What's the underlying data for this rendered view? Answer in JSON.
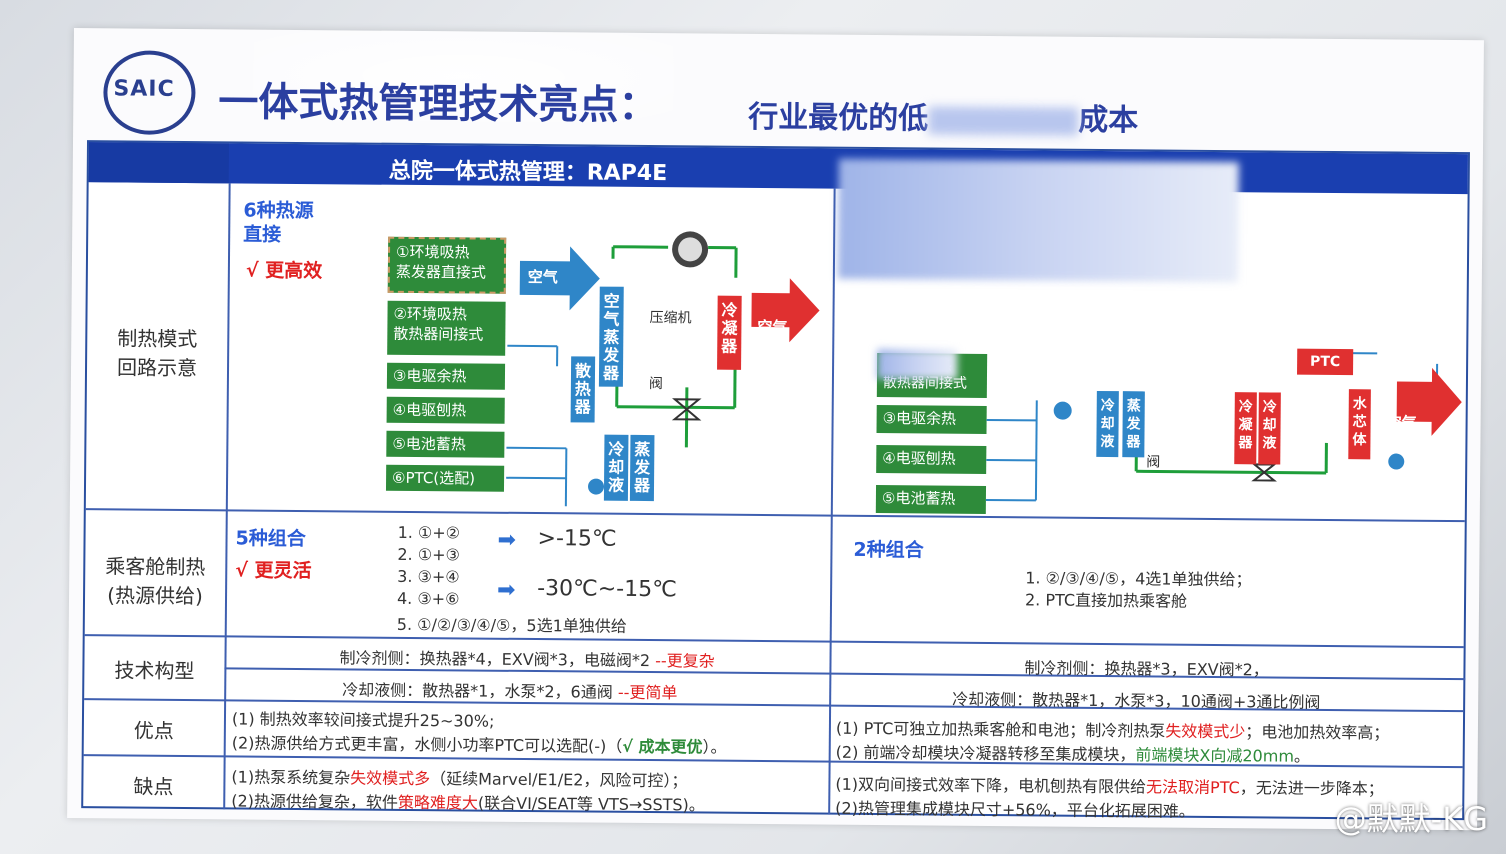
{
  "slide": {
    "logo_text": "SAIC",
    "title": "一体式热管理技术亮点：",
    "subtitle": "行业最优的低",
    "subtitle_tail": "成本",
    "header_left": "总院一体式热管理：RAP4E"
  },
  "rows": {
    "heating_label": "制热模式\n回路示意",
    "cabin_label": "乘客舱制热\n(热源供给)",
    "tech_label": "技术构型",
    "pros_label": "优点",
    "cons_label": "缺点"
  },
  "heating_left": {
    "source_title": "6种热源\n直接",
    "check": "√ 更高效",
    "sources": [
      "①环境吸热\n蒸发器直接式",
      "②环境吸热\n散热器间接式",
      "③电驱余热",
      "④电驱刨热",
      "⑤电池蓄热",
      "⑥PTC(选配)"
    ],
    "air_label": "空气",
    "air_evap": "空气蒸发器",
    "compressor": "压缩机",
    "condenser": "冷凝器",
    "air_out": "空气",
    "radiator": "散热器",
    "valve": "阀",
    "coolant": "冷却液",
    "evaporator": "蒸发器"
  },
  "heating_right": {
    "sources": [
      "②环境吸热\n散热器间接式",
      "③电驱余热",
      "④电驱刨热",
      "⑤电池蓄热"
    ],
    "coolant": "冷却液",
    "evaporator": "蒸发器",
    "valve": "阀",
    "condenser": "冷凝器",
    "coolant2": "冷却液",
    "ptc": "PTC",
    "heater_core": "水芯体",
    "air_out": "空气"
  },
  "cabin_left": {
    "title": "5种组合",
    "check": "√ 更灵活",
    "items": [
      "1. ①+②",
      "2. ①+③",
      "3. ③+④",
      "4. ③+⑥",
      "5. ①/②/③/④/⑤，5选1单独供给"
    ],
    "temp1": ">-15℃",
    "temp2": "-30℃~-15℃"
  },
  "cabin_right": {
    "title": "2种组合",
    "items": [
      "1. ②/③/④/⑤，4选1单独供给；",
      "2. PTC直接加热乘客舱"
    ]
  },
  "tech_left": {
    "line1_a": "制冷剂侧：换热器*4，EXV阀*3，电磁阀*2 ",
    "line1_b": "--更复杂",
    "line2_a": "冷却液侧：散热器*1，水泵*2，6通阀 ",
    "line2_b": "--更简单"
  },
  "tech_right": {
    "line1": "制冷剂侧：换热器*3，EXV阀*2，",
    "line2": "冷却液侧：散热器*1，水泵*3，10通阀+3通比例阀"
  },
  "pros_left": {
    "line1": "(1) 制热效率较间接式提升25~30%;",
    "line2_a": "(2)热源供给方式更丰富，水侧小功率PTC可以选配(-)（",
    "line2_b": "√ 成本更优",
    "line2_c": "）。"
  },
  "pros_right": {
    "line1_a": "(1) PTC可独立加热乘客舱和电池；制冷剂热泵",
    "line1_b": "失效模式少",
    "line1_c": "；电池加热效率高；",
    "line2_a": "(2) 前端冷却模块冷凝器转移至集成模块，",
    "line2_b": "前端模块X向减20mm",
    "line2_c": "。"
  },
  "cons_left": {
    "line1_a": "(1)热泵系统复杂",
    "line1_b": "失效模式多",
    "line1_c": "（延续Marvel/E1/E2，风险可控）；",
    "line2_a": "(2)热源供给复杂，软件",
    "line2_b": "策略难度大",
    "line2_c": "(联合VI/SEAT等 VTS→SSTS)。"
  },
  "cons_right": {
    "line1_a": "(1)双向间接式效率下降，电机刨热有限供给",
    "line1_b": "无法取消PTC",
    "line1_c": "，无法进一步降本；",
    "line2": "(2)热管理集成模块尺寸+56%，平台化拓展困难。"
  },
  "watermark": "@默默-KG",
  "colors": {
    "header_blue": "#1a3fb0",
    "title_blue": "#2b3fa0",
    "green": "#2e8b3a",
    "red": "#e02020",
    "teal": "#2f86c8"
  }
}
